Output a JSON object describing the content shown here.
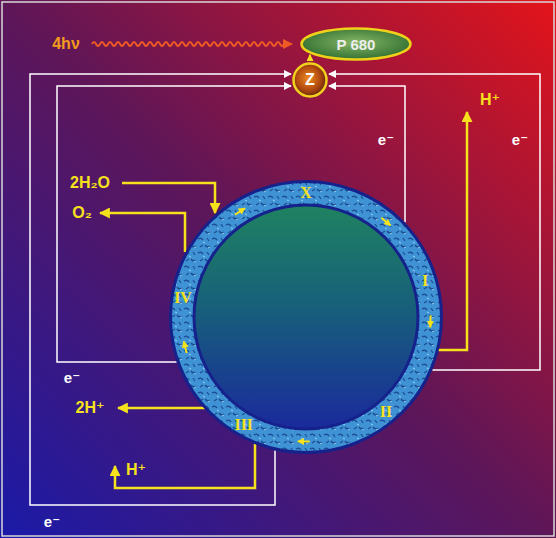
{
  "diagram": {
    "nodes": [
      {
        "text": [
          "P 680"
        ]
      },
      {
        "text": [
          "Z"
        ]
      },
      {
        "text": [
          "X",
          "I",
          "II",
          "III",
          "IV"
        ]
      }
    ],
    "edges": [
      {
        "from": 1,
        "to": 0,
        "arrow": "to"
      },
      {
        "from": 2,
        "to": 1,
        "arrow": "to"
      },
      {
        "from": 2,
        "to": 1,
        "arrow": "to"
      },
      {
        "from": 2,
        "to": 1,
        "arrow": "to"
      },
      {
        "from": 2,
        "to": 1,
        "arrow": "to"
      }
    ],
    "labels": [
      "4hν",
      "e⁻",
      "e⁻",
      "2H₂O",
      "O₂",
      "H⁺",
      "e⁻",
      "2H⁺",
      "H⁺",
      "e⁻"
    ]
  }
}
